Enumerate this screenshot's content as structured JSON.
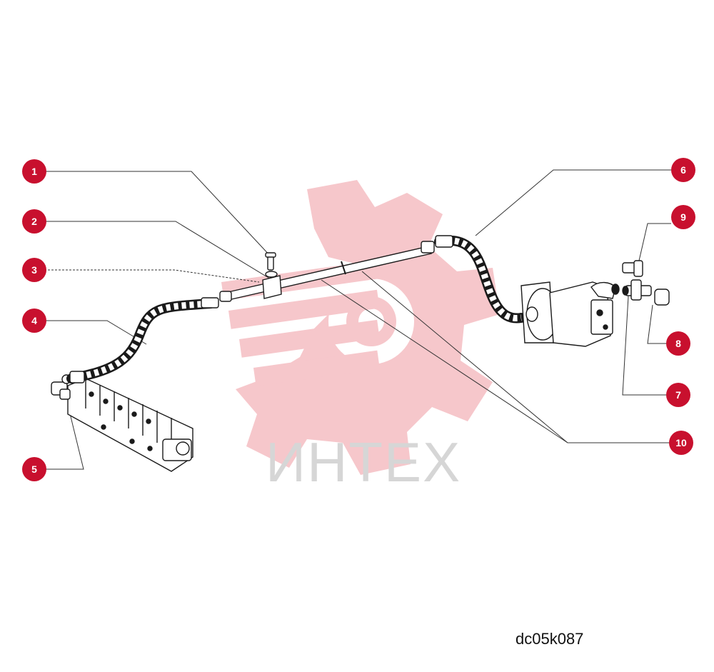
{
  "colors": {
    "callout_fill": "#c8102e",
    "callout_text": "#ffffff",
    "leader_line": "#333333",
    "watermark_gear": "#f6c7cb",
    "watermark_text": "#d6d6d6",
    "part_stroke": "#1a1a1a"
  },
  "watermark": {
    "text": "ИНТЕХ",
    "icon": "gear-logo"
  },
  "drawing_code": "dc05k087",
  "callouts": [
    {
      "number": "1"
    },
    {
      "number": "2"
    },
    {
      "number": "3"
    },
    {
      "number": "4"
    },
    {
      "number": "5"
    },
    {
      "number": "6"
    },
    {
      "number": "7"
    },
    {
      "number": "8"
    },
    {
      "number": "9"
    },
    {
      "number": "10"
    }
  ]
}
